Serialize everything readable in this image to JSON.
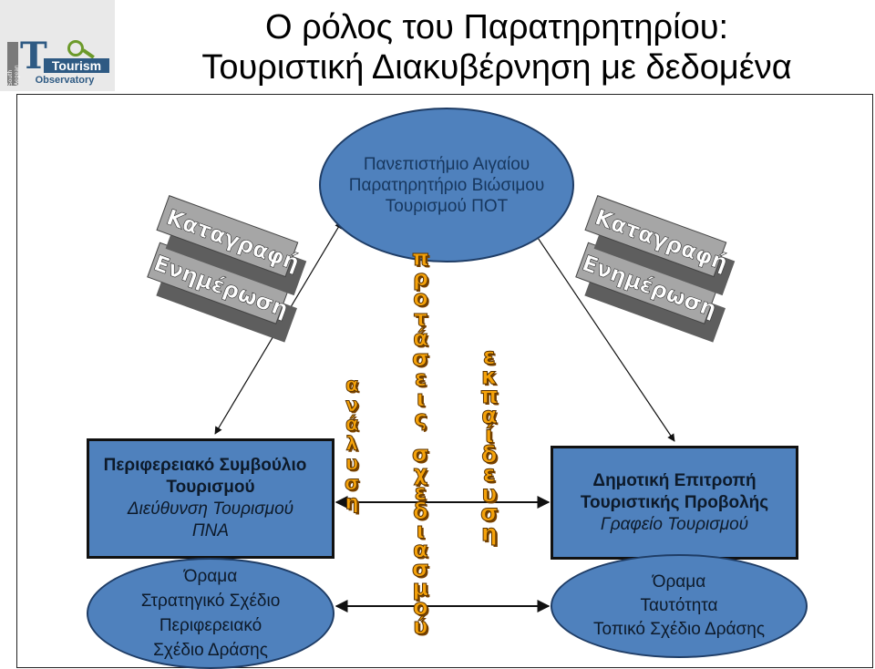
{
  "logo": {
    "word1": "Tourism",
    "word2": "Observatory",
    "side": "South Aegean",
    "letter": "T"
  },
  "title": {
    "line1": "Ο ρόλος του Παρατηρητηρίου:",
    "line2": "Τουριστική Διακυβέρνηση με δεδομένα"
  },
  "top_node": {
    "line1": "Πανεπιστήμιο Αιγαίου",
    "line2": "Παρατηρητήριο Βιώσιμου",
    "line3": "Τουρισμού ΠΟΤ"
  },
  "left_box": {
    "line1": "Περιφερειακό Συμβούλιο",
    "line2": "Τουρισμού",
    "line3": "Διεύθυνση Τουρισμού",
    "line4": "ΠΝΑ"
  },
  "right_box": {
    "line1": "Δημοτική Επιτροπή",
    "line2": "Τουριστικής Προβολής",
    "line3": "Γραφείο Τουρισμού"
  },
  "left_ellipse": {
    "line1": "Όραμα",
    "line2": "Στρατηγικό Σχέδιο",
    "line3": "Περιφερειακό",
    "line4": "Σχέδιο Δράσης"
  },
  "right_ellipse": {
    "line1": "Όραμα",
    "line2": "Ταυτότητα",
    "line3": "Τοπικό Σχέδιο Δράσης"
  },
  "blocks": {
    "left_line1": "Καταγραφή",
    "left_line2": "Ενημέρωση",
    "right_line1": "Καταγραφή",
    "right_line2": "Ενημέρωση"
  },
  "vertical_words": {
    "analysis": [
      "α",
      "ν",
      "ά",
      "λ",
      "υ",
      "σ",
      "η"
    ],
    "proposals": [
      "π",
      "ρ",
      "ο",
      "τ",
      "ά",
      "σ",
      "ε",
      "ι",
      "ς"
    ],
    "planning": [
      "σ",
      "χ",
      "ε",
      "δ",
      "ι",
      "α",
      "σ",
      "μ",
      "ο",
      "ύ"
    ],
    "education": [
      "ε",
      "κ",
      "π",
      "α",
      "ί",
      "δ",
      "ε",
      "υ",
      "σ",
      "η"
    ]
  },
  "colors": {
    "node_fill": "#4f81bd",
    "word_fill": "#f5a20a",
    "block_face": "#a6a6a6"
  }
}
